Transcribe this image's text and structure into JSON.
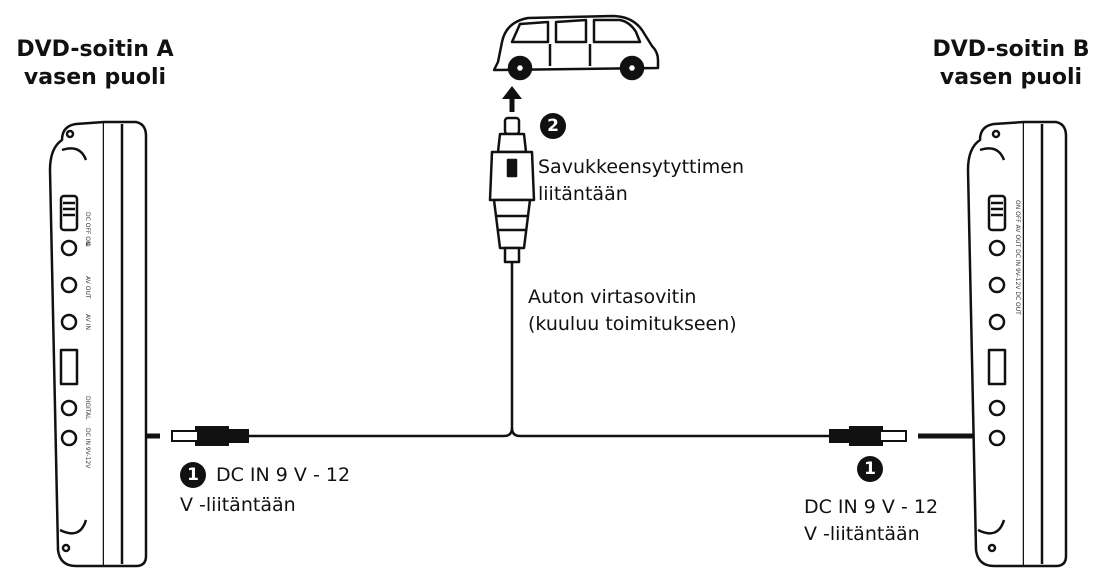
{
  "player_a": {
    "title_line1": "DVD-soitin A",
    "title_line2": "vasen puoli"
  },
  "player_b": {
    "title_line1": "DVD-soitin B",
    "title_line2": "vasen puoli"
  },
  "step1_left": {
    "number": "1",
    "line1": "DC IN 9 V - 12",
    "line2": "V -liitäntään"
  },
  "step1_right": {
    "number": "1",
    "line1": "DC IN 9 V - 12",
    "line2": "V -liitäntään"
  },
  "step2": {
    "number": "2",
    "line1": "Savukkeensytyttimen",
    "line2": "liitäntään"
  },
  "adapter": {
    "line1": "Auton virtasovitin",
    "line2": "(kuuluu toimitukseen)"
  },
  "colors": {
    "ink": "#111111",
    "panel": "#ffffff"
  },
  "icons": [
    "car-icon",
    "cigarette-plug-icon",
    "dc-plug-icon",
    "arrow-icon",
    "dvd-player-side-icon"
  ]
}
